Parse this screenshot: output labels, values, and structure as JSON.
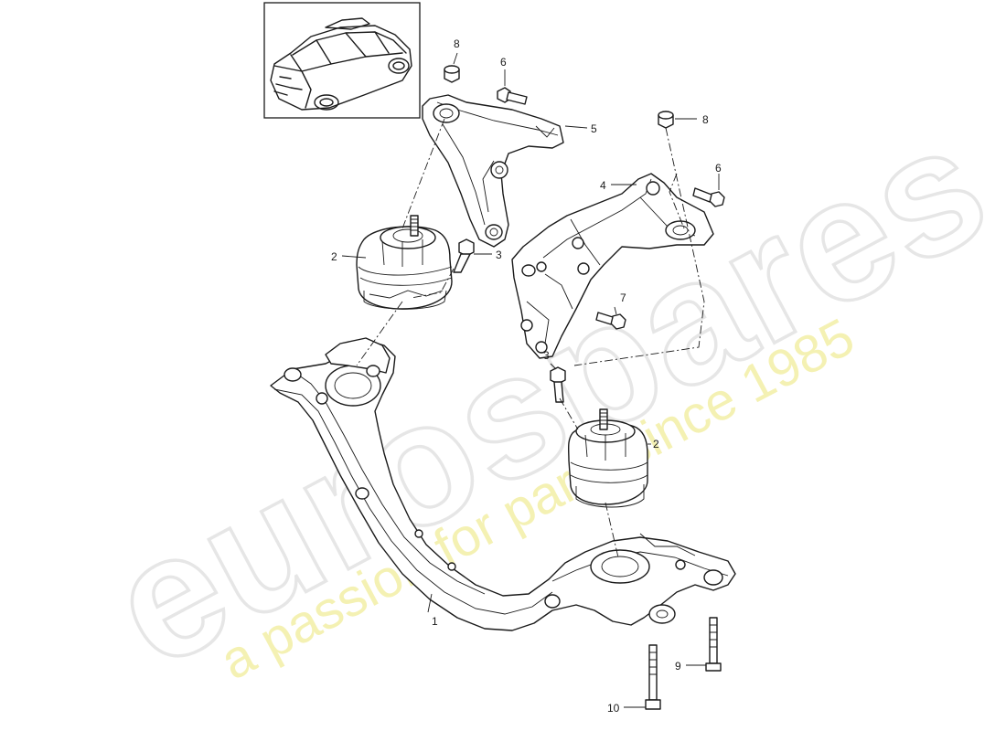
{
  "watermark": {
    "brand": "eurospares",
    "tagline": "a passion for parts since 1985",
    "brand_color": "#e6e6e6",
    "tagline_color": "#f3efa6"
  },
  "callouts": [
    {
      "id": "c1",
      "label": "1",
      "part": "cross-member"
    },
    {
      "id": "c2a",
      "label": "2",
      "part": "engine-mount-left"
    },
    {
      "id": "c2b",
      "label": "2",
      "part": "engine-mount-right"
    },
    {
      "id": "c3a",
      "label": "3",
      "part": "mount-bolt-left"
    },
    {
      "id": "c3b",
      "label": "3",
      "part": "mount-bolt-right"
    },
    {
      "id": "c4",
      "label": "4",
      "part": "support-bracket-right"
    },
    {
      "id": "c5",
      "label": "5",
      "part": "support-bracket-left"
    },
    {
      "id": "c6a",
      "label": "6",
      "part": "bracket-bolt-left"
    },
    {
      "id": "c6b",
      "label": "6",
      "part": "bracket-bolt-right"
    },
    {
      "id": "c7",
      "label": "7",
      "part": "bracket-bolt-lower"
    },
    {
      "id": "c8a",
      "label": "8",
      "part": "nut-left"
    },
    {
      "id": "c8b",
      "label": "8",
      "part": "nut-right"
    },
    {
      "id": "c9",
      "label": "9",
      "part": "crossmember-bolt-short"
    },
    {
      "id": "c10",
      "label": "10",
      "part": "crossmember-bolt-long"
    }
  ],
  "thumbnail": {
    "icon": "vehicle-suv-icon"
  }
}
